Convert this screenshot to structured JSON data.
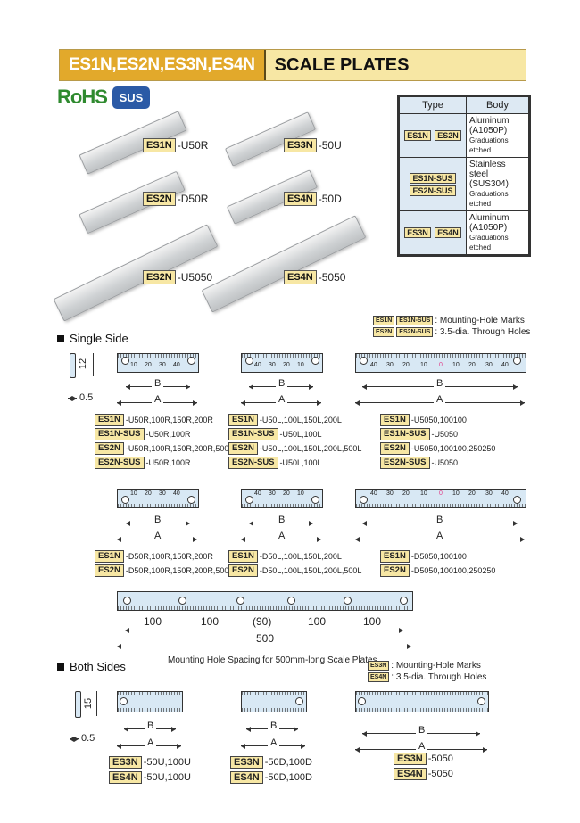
{
  "title": {
    "codes": "ES1N,ES2N,ES3N,ES4N",
    "name": "SCALE PLATES"
  },
  "badges": {
    "rohs": "RoHS",
    "material": "SUS"
  },
  "products": [
    {
      "code": "ES1N",
      "suffix": "-U50R"
    },
    {
      "code": "ES3N",
      "suffix": "-50U"
    },
    {
      "code": "ES2N",
      "suffix": "-D50R"
    },
    {
      "code": "ES4N",
      "suffix": "-50D"
    },
    {
      "code": "ES2N",
      "suffix": "-U5050"
    },
    {
      "code": "ES4N",
      "suffix": "-5050"
    }
  ],
  "type_table": {
    "headers": [
      "Type",
      "Body"
    ],
    "rows": [
      {
        "types": [
          "ES1N",
          "ES2N"
        ],
        "body": [
          "Aluminum",
          "(A1050P)",
          "Graduations etched"
        ]
      },
      {
        "types": [
          "ES1N-SUS",
          "ES2N-SUS"
        ],
        "body": [
          "Stainless steel",
          "(SUS304)",
          "Graduations etched"
        ]
      },
      {
        "types": [
          "ES3N",
          "ES4N"
        ],
        "body": [
          "Aluminum",
          "(A1050P)",
          "Graduations etched"
        ]
      }
    ]
  },
  "legend_single": {
    "row1": {
      "tags": [
        "ES1N",
        "ES1N-SUS"
      ],
      "text": ": Mounting-Hole Marks"
    },
    "row2": {
      "tags": [
        "ES2N",
        "ES2N-SUS"
      ],
      "text": ": 3.5-dia. Through Holes"
    }
  },
  "single_side": {
    "heading": "Single Side",
    "thickness": "12",
    "offset": "0.5",
    "dim_b": "B",
    "dim_a": "A",
    "nums_u_short": [
      "10",
      "20",
      "30",
      "40"
    ],
    "nums_l_short": [
      "40",
      "30",
      "20",
      "10"
    ],
    "nums_long": [
      "40",
      "30",
      "20",
      "10",
      "0",
      "10",
      "20",
      "30",
      "40"
    ],
    "groups_top": [
      [
        {
          "code": "ES1N",
          "sizes": "-U50R,100R,150R,200R"
        },
        {
          "code": "ES1N-SUS",
          "sizes": "-U50R,100R"
        },
        {
          "code": "ES2N",
          "sizes": "-U50R,100R,150R,200R,500R"
        },
        {
          "code": "ES2N-SUS",
          "sizes": "-U50R,100R"
        }
      ],
      [
        {
          "code": "ES1N",
          "sizes": "-U50L,100L,150L,200L"
        },
        {
          "code": "ES1N-SUS",
          "sizes": "-U50L,100L"
        },
        {
          "code": "ES2N",
          "sizes": "-U50L,100L,150L,200L,500L"
        },
        {
          "code": "ES2N-SUS",
          "sizes": "-U50L,100L"
        }
      ],
      [
        {
          "code": "ES1N",
          "sizes": "-U5050,100100"
        },
        {
          "code": "ES1N-SUS",
          "sizes": "-U5050"
        },
        {
          "code": "ES2N",
          "sizes": "-U5050,100100,250250"
        },
        {
          "code": "ES2N-SUS",
          "sizes": "-U5050"
        }
      ]
    ],
    "groups_bottom": [
      [
        {
          "code": "ES1N",
          "sizes": "-D50R,100R,150R,200R"
        },
        {
          "code": "ES2N",
          "sizes": "-D50R,100R,150R,200R,500R"
        }
      ],
      [
        {
          "code": "ES1N",
          "sizes": "-D50L,100L,150L,200L"
        },
        {
          "code": "ES2N",
          "sizes": "-D50L,100L,150L,200L,500L"
        }
      ],
      [
        {
          "code": "ES1N",
          "sizes": "-D5050,100100"
        },
        {
          "code": "ES2N",
          "sizes": "-D5050,100100,250250"
        }
      ]
    ]
  },
  "spacing_500": {
    "segments": [
      "100",
      "100",
      "(90)",
      "100",
      "100"
    ],
    "total": "500",
    "caption": "Mounting Hole Spacing for 500mm-long Scale Plates"
  },
  "legend_both": {
    "row1": {
      "tags": [
        "ES3N"
      ],
      "text": ": Mounting-Hole Marks"
    },
    "row2": {
      "tags": [
        "ES4N"
      ],
      "text": ": 3.5-dia. Through Holes"
    }
  },
  "both_sides": {
    "heading": "Both Sides",
    "thickness": "15",
    "offset": "0.5",
    "dim_b": "B",
    "dim_a": "A",
    "groups": [
      [
        {
          "code": "ES3N",
          "sizes": "-50U,100U"
        },
        {
          "code": "ES4N",
          "sizes": "-50U,100U"
        }
      ],
      [
        {
          "code": "ES3N",
          "sizes": "-50D,100D"
        },
        {
          "code": "ES4N",
          "sizes": "-50D,100D"
        }
      ],
      [
        {
          "code": "ES3N",
          "sizes": "-5050"
        },
        {
          "code": "ES4N",
          "sizes": "-5050"
        }
      ]
    ]
  },
  "colors": {
    "accent": "#e2a92b",
    "tag_bg": "#f7e7a4",
    "ruler": "#d8e8f4",
    "rohs_green": "#2f8a2f",
    "sus_blue": "#2b5aa6"
  }
}
